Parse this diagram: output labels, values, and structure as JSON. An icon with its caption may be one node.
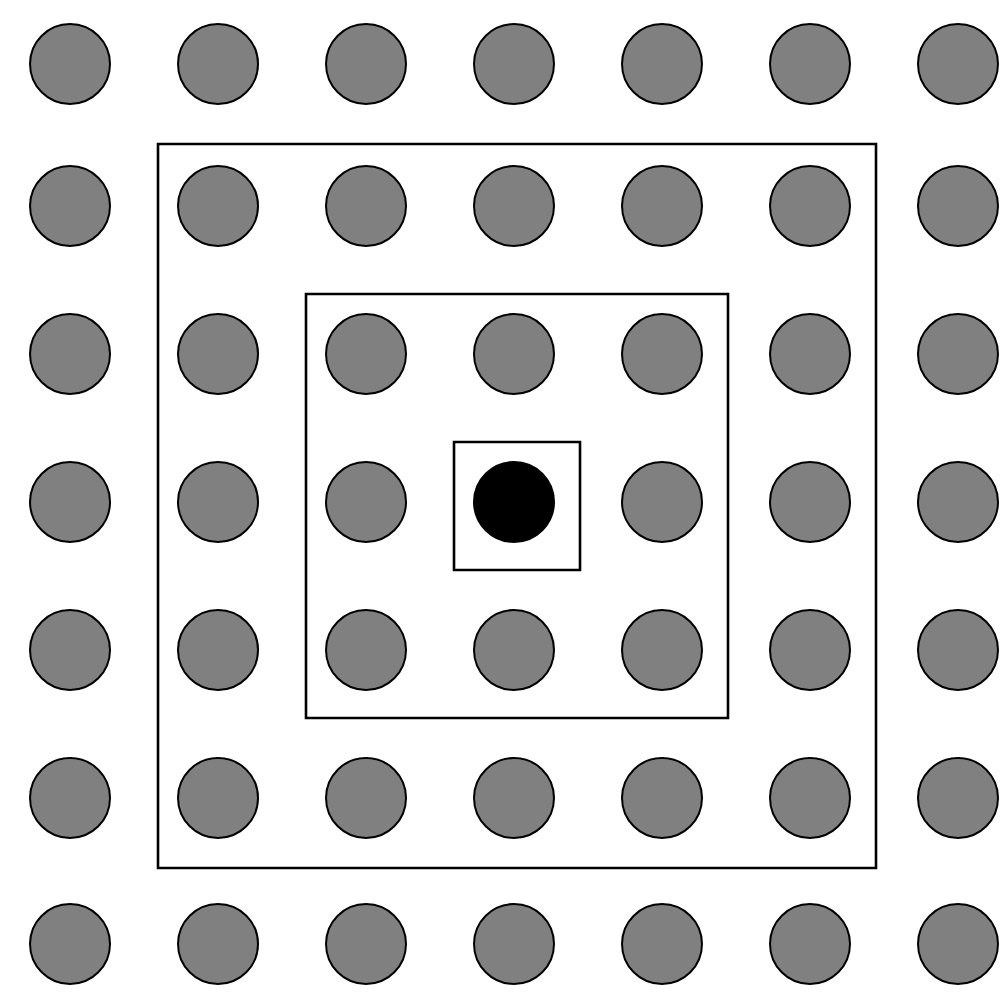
{
  "diagram": {
    "nodes": [
      {
        "text": [],
        "shape": "circle"
      },
      {
        "text": [],
        "shape": "circle"
      },
      {
        "text": [],
        "shape": "circle"
      },
      {
        "text": [],
        "shape": "circle"
      },
      {
        "text": [],
        "shape": "circle"
      },
      {
        "text": [],
        "shape": "circle"
      },
      {
        "text": [],
        "shape": "circle"
      },
      {
        "text": [],
        "shape": "box"
      },
      {
        "text": [],
        "shape": "circle"
      },
      {
        "text": [],
        "shape": "circle",
        "in": 7
      },
      {
        "text": [],
        "shape": "circle",
        "in": 7
      },
      {
        "text": [],
        "shape": "circle",
        "in": 7
      },
      {
        "text": [],
        "shape": "circle",
        "in": 7
      },
      {
        "text": [],
        "shape": "circle",
        "in": 7
      },
      {
        "text": [],
        "shape": "circle"
      },
      {
        "text": [],
        "shape": "box",
        "in": 7
      },
      {
        "text": [],
        "shape": "circle"
      },
      {
        "text": [],
        "shape": "circle",
        "in": 7
      },
      {
        "text": [],
        "shape": "circle",
        "in": 15
      },
      {
        "text": [],
        "shape": "circle",
        "in": 15
      },
      {
        "text": [],
        "shape": "circle",
        "in": 15
      },
      {
        "text": [],
        "shape": "circle",
        "in": 7
      },
      {
        "text": [],
        "shape": "circle"
      },
      {
        "text": [],
        "shape": "box",
        "in": 15
      },
      {
        "text": [],
        "shape": "circle"
      },
      {
        "text": [],
        "shape": "circle",
        "in": 7
      },
      {
        "text": [],
        "shape": "circle",
        "in": 15
      },
      {
        "text": [],
        "shape": "circle",
        "in": 23
      },
      {
        "text": [],
        "shape": "circle",
        "in": 15
      },
      {
        "text": [],
        "shape": "circle",
        "in": 7
      },
      {
        "text": [],
        "shape": "circle"
      },
      {
        "text": [],
        "shape": "circle"
      },
      {
        "text": [],
        "shape": "circle",
        "in": 7
      },
      {
        "text": [],
        "shape": "circle",
        "in": 15
      },
      {
        "text": [],
        "shape": "circle",
        "in": 15
      },
      {
        "text": [],
        "shape": "circle",
        "in": 15
      },
      {
        "text": [],
        "shape": "circle",
        "in": 7
      },
      {
        "text": [],
        "shape": "circle"
      },
      {
        "text": [],
        "shape": "circle"
      },
      {
        "text": [],
        "shape": "circle",
        "in": 7
      },
      {
        "text": [],
        "shape": "circle",
        "in": 7
      },
      {
        "text": [],
        "shape": "circle",
        "in": 7
      },
      {
        "text": [],
        "shape": "circle",
        "in": 7
      },
      {
        "text": [],
        "shape": "circle",
        "in": 7
      },
      {
        "text": [],
        "shape": "circle"
      },
      {
        "text": [],
        "shape": "circle"
      },
      {
        "text": [],
        "shape": "circle"
      },
      {
        "text": [],
        "shape": "circle"
      },
      {
        "text": [],
        "shape": "circle"
      },
      {
        "text": [],
        "shape": "circle"
      },
      {
        "text": [],
        "shape": "circle"
      },
      {
        "text": [],
        "shape": "circle"
      }
    ]
  }
}
